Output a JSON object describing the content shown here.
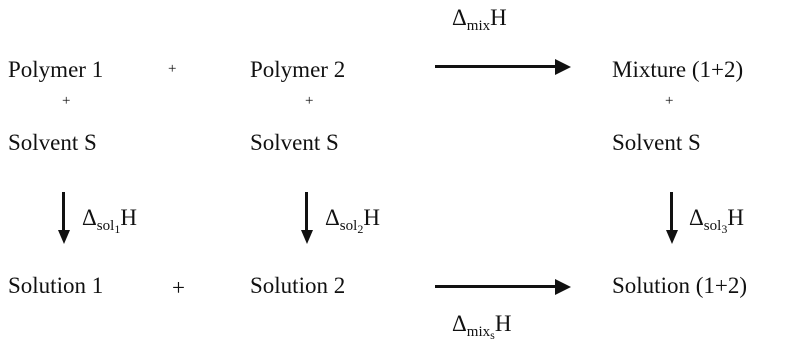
{
  "row1": {
    "polymer1": "Polymer 1",
    "plus": "+",
    "polymer2": "Polymer 2",
    "mixture": "Mixture (1+2)"
  },
  "row2": {
    "plus": "+"
  },
  "row3": {
    "solvent": "Solvent S"
  },
  "row5": {
    "solution1": "Solution 1",
    "plus": "+",
    "solution2": "Solution 2",
    "solution12": "Solution (1+2)"
  },
  "labels": {
    "delta": "Δ",
    "H": "H",
    "mix": "mix",
    "sol": "sol",
    "mix_s_base": "mix",
    "mix_s_sub": "s",
    "sol_index1": "1",
    "sol_index2": "2",
    "sol_index3": "3"
  }
}
